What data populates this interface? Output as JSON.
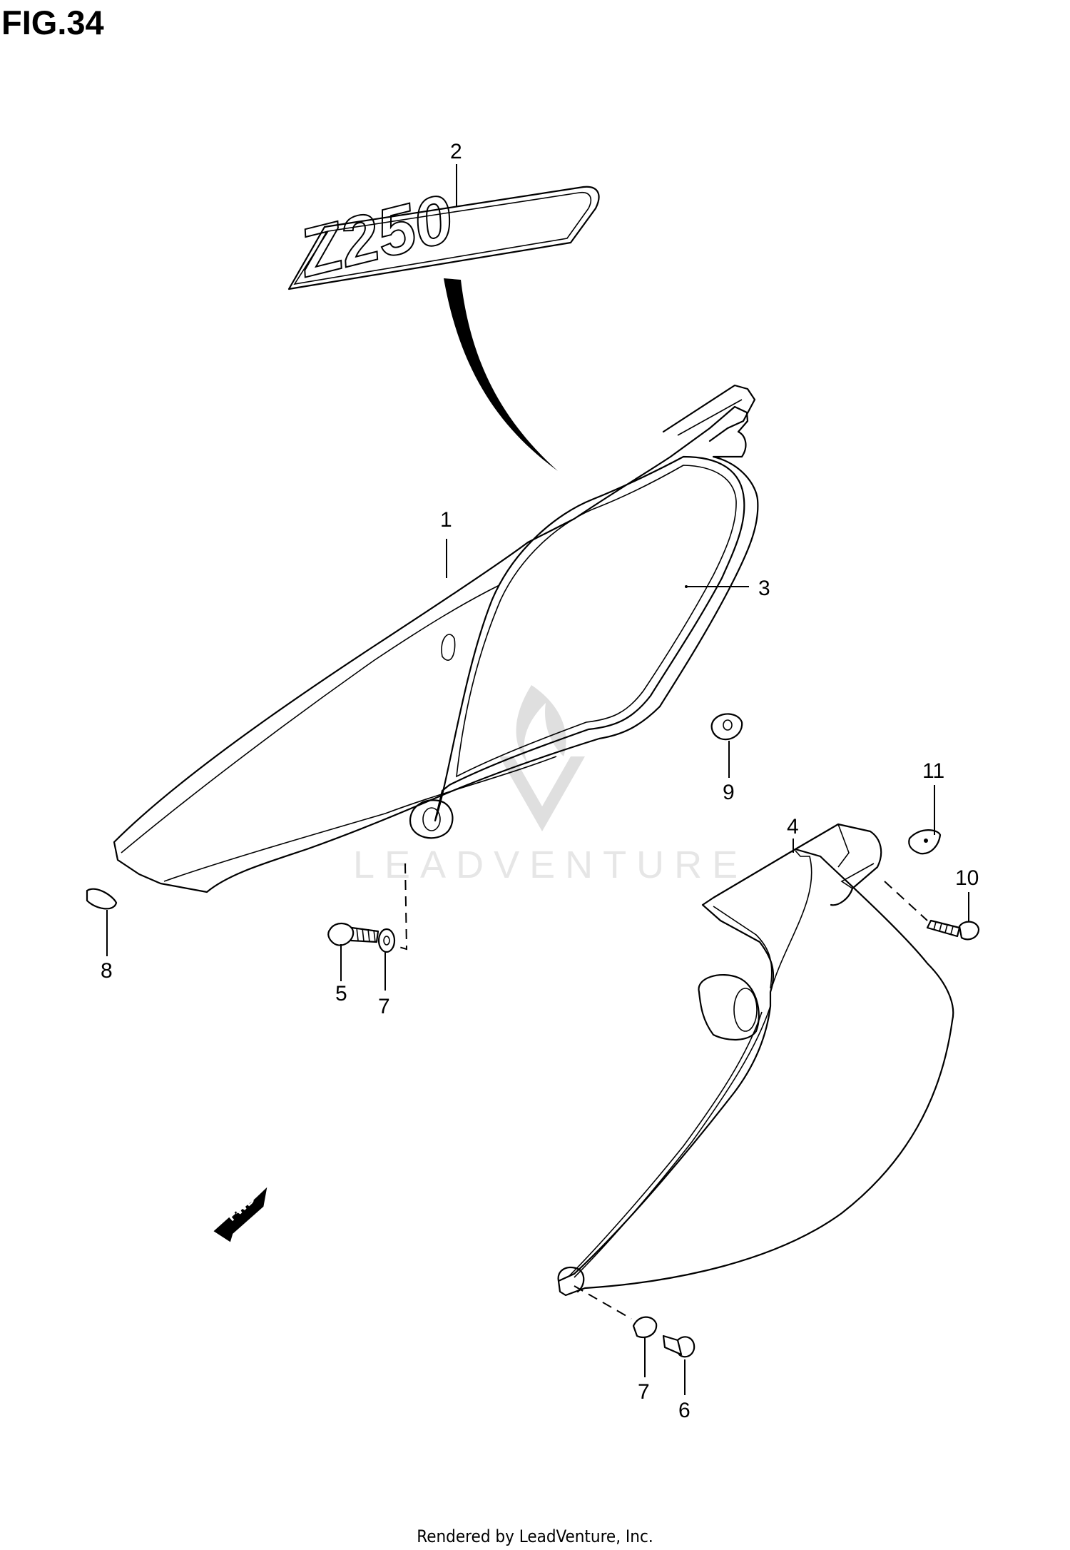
{
  "figure_title": "FIG.34",
  "emblem_text": "Z250",
  "fwd_text": "FWD",
  "watermark": "LEADVENTURE",
  "footer": "Rendered by LeadVenture, Inc.",
  "labels": {
    "p1": "1",
    "p2": "2",
    "p3": "3",
    "p4": "4",
    "p5": "5",
    "p6": "6",
    "p7a": "7",
    "p7b": "7",
    "p8": "8",
    "p9": "9",
    "p10": "10",
    "p11": "11"
  }
}
